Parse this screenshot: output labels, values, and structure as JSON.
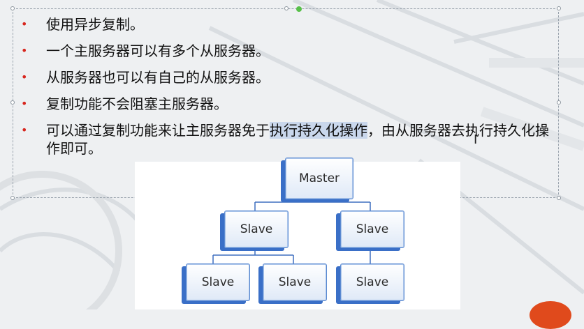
{
  "bullets": [
    {
      "text": "使用异步复制。"
    },
    {
      "text": "一个主服务器可以有多个从服务器。"
    },
    {
      "text": "从服务器也可以有自己的从服务器。"
    },
    {
      "text": "复制功能不会阻塞主服务器。"
    },
    {
      "text_before": "可以通过复制功能来让主服务器免于",
      "text_highlight": "执行持久化操作",
      "text_after": "，由从服务器去执行持久化操作即可。"
    }
  ],
  "diagram": {
    "master": "Master",
    "slaves": [
      "Slave",
      "Slave",
      "Slave",
      "Slave",
      "Slave"
    ]
  },
  "colors": {
    "bullet": "#d7261e",
    "box_border": "#5b8ad1",
    "box_shadow": "#3a6fc7",
    "highlight": "#c9d7ec"
  }
}
